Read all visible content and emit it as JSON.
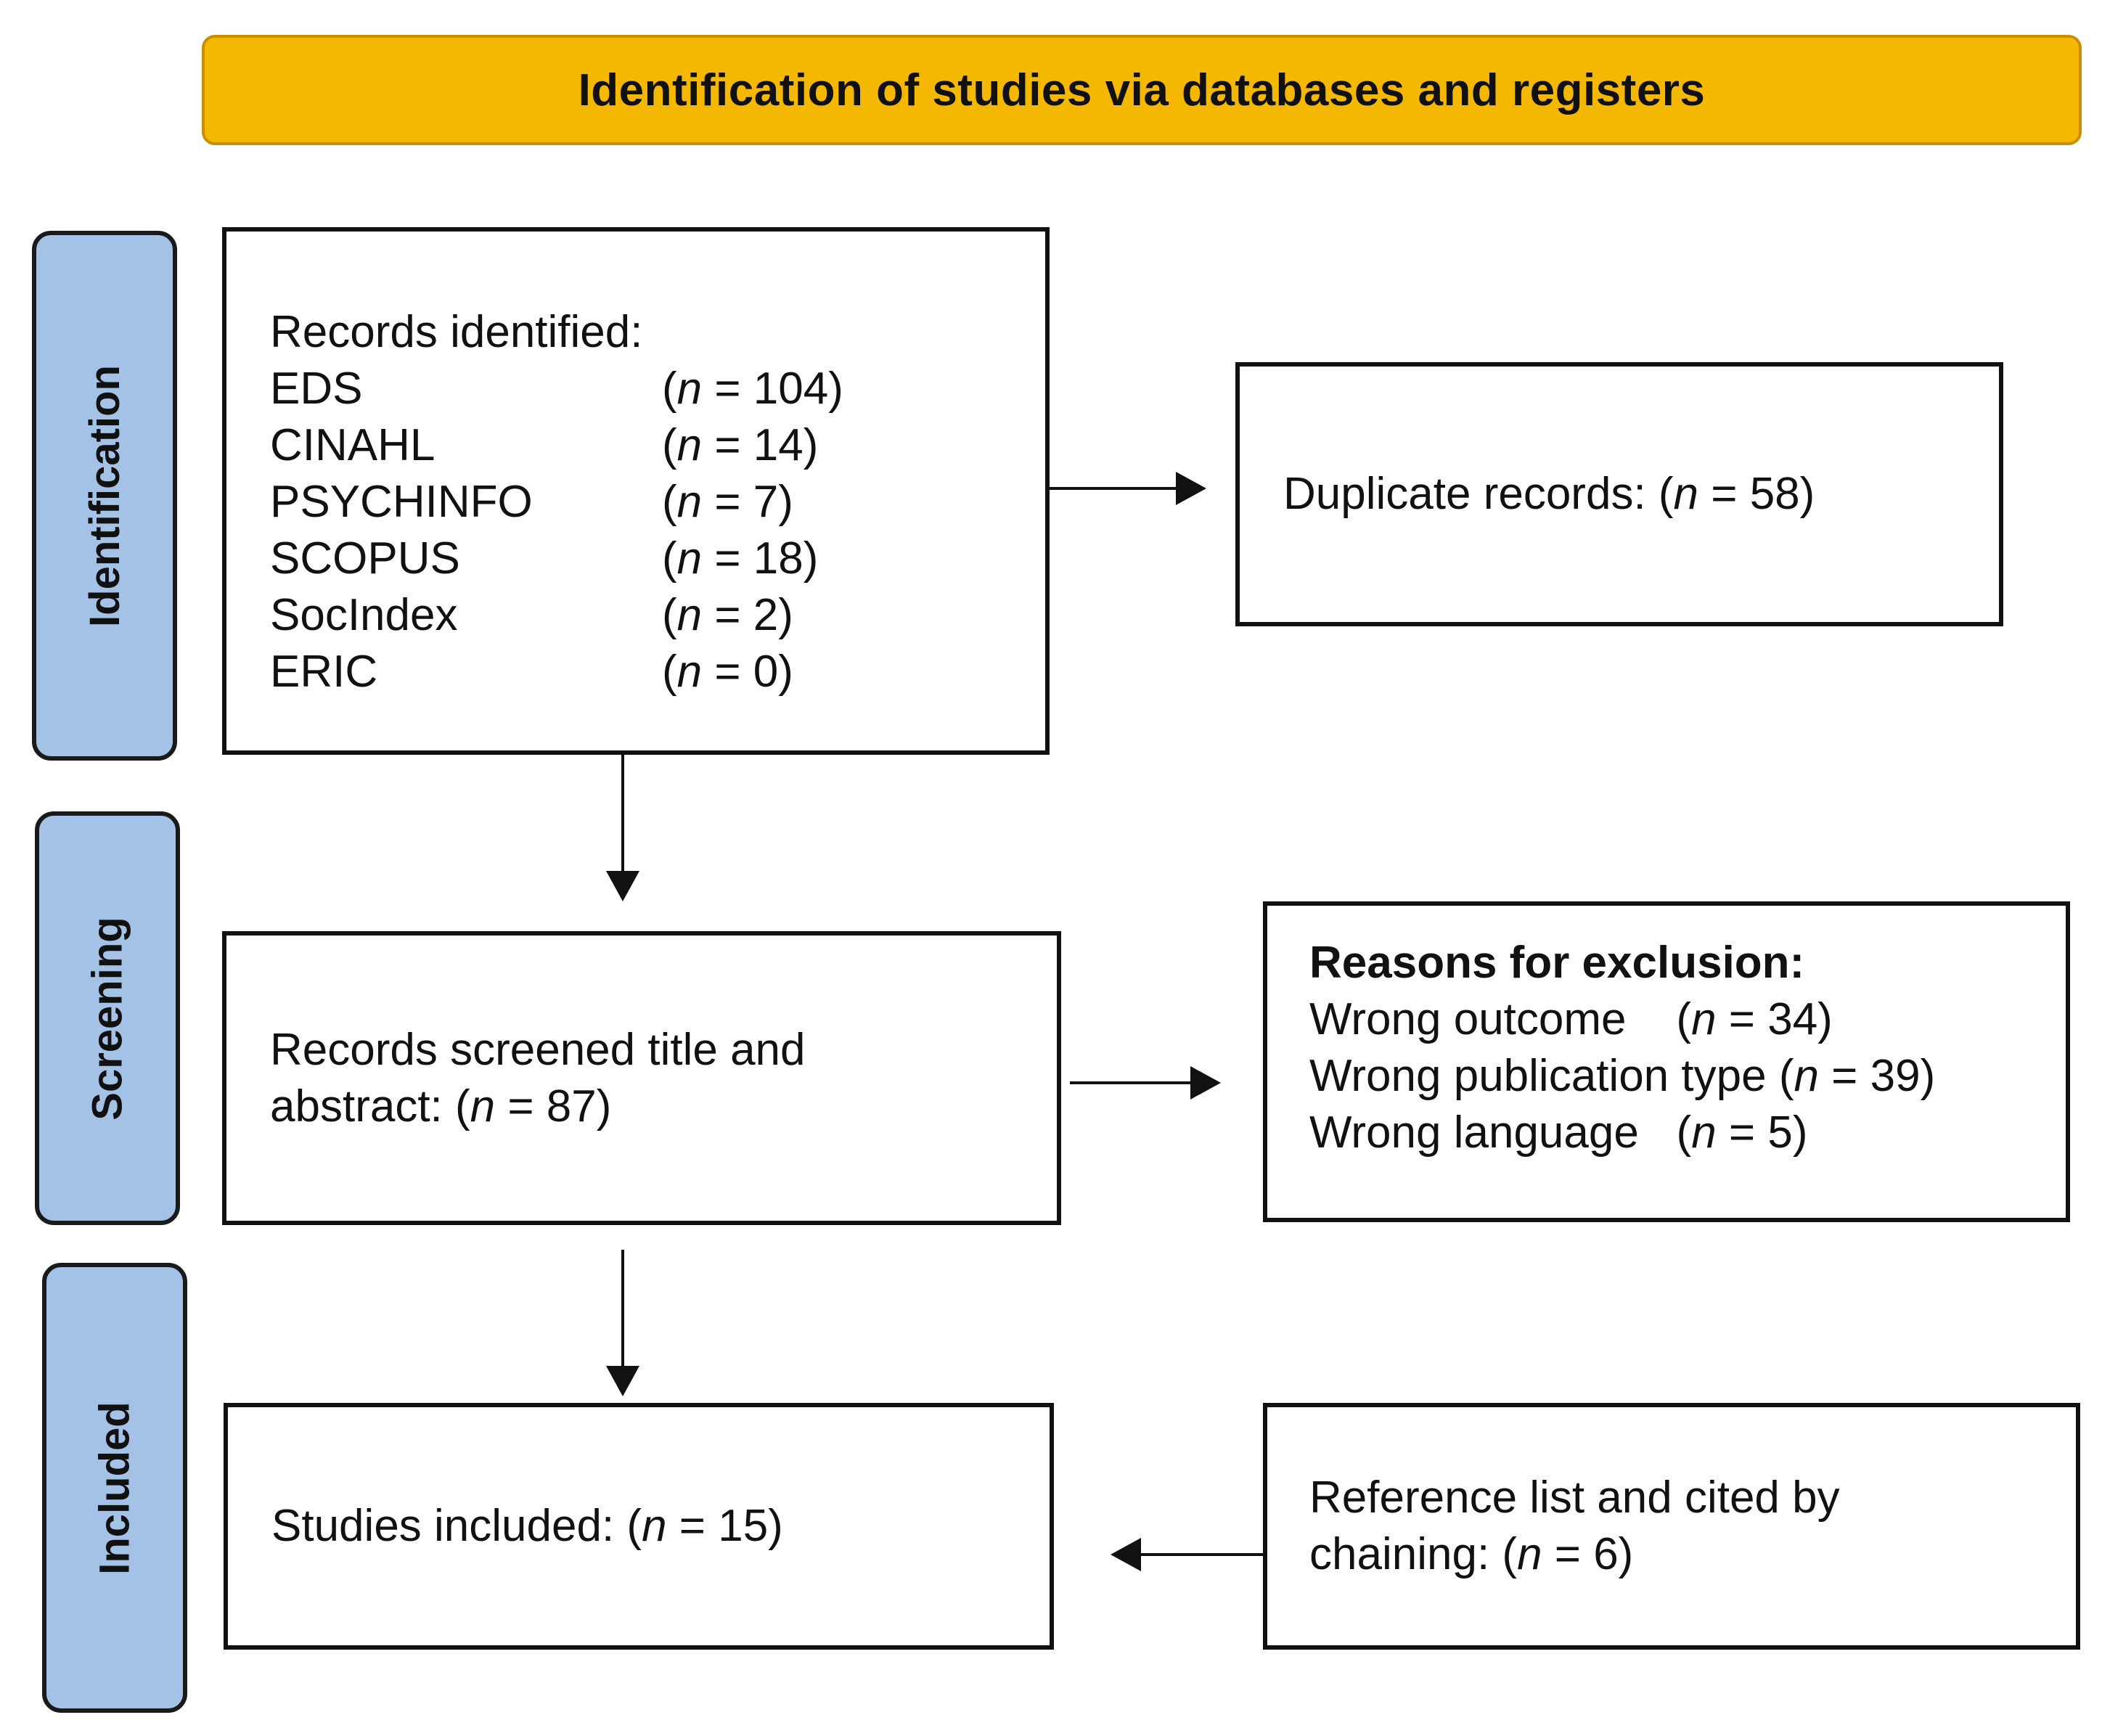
{
  "header": {
    "title": "Identification of studies via databases and registers"
  },
  "phases": [
    {
      "label": "Identification"
    },
    {
      "label": "Screening"
    },
    {
      "label": "Included"
    }
  ],
  "identification": {
    "records_heading": "Records identified:",
    "databases": [
      {
        "name": "EDS",
        "count": "(n = 104)"
      },
      {
        "name": "CINAHL",
        "count": "(n = 14)"
      },
      {
        "name": "PSYCHINFO",
        "count": "(n = 7)"
      },
      {
        "name": "SCOPUS",
        "count": "(n = 18)"
      },
      {
        "name": "SocIndex",
        "count": "(n = 2)"
      },
      {
        "name": "ERIC",
        "count": "(n = 0)"
      }
    ],
    "duplicates": "Duplicate records: (n = 58)"
  },
  "screening": {
    "screened_line1": "Records screened title and",
    "screened_line2": "abstract: (n = 87)",
    "exclusion_title": "Reasons for exclusion:",
    "exclusions": [
      {
        "reason": "Wrong outcome",
        "count": "(n = 34)"
      },
      {
        "reason": "Wrong publication type",
        "count": "(n = 39)"
      },
      {
        "reason": "Wrong language",
        "count": "(n = 5)"
      }
    ]
  },
  "included": {
    "studies": "Studies included: (n = 15)",
    "reference_line1": "Reference list and cited by",
    "reference_line2": "chaining: (n = 6)"
  }
}
